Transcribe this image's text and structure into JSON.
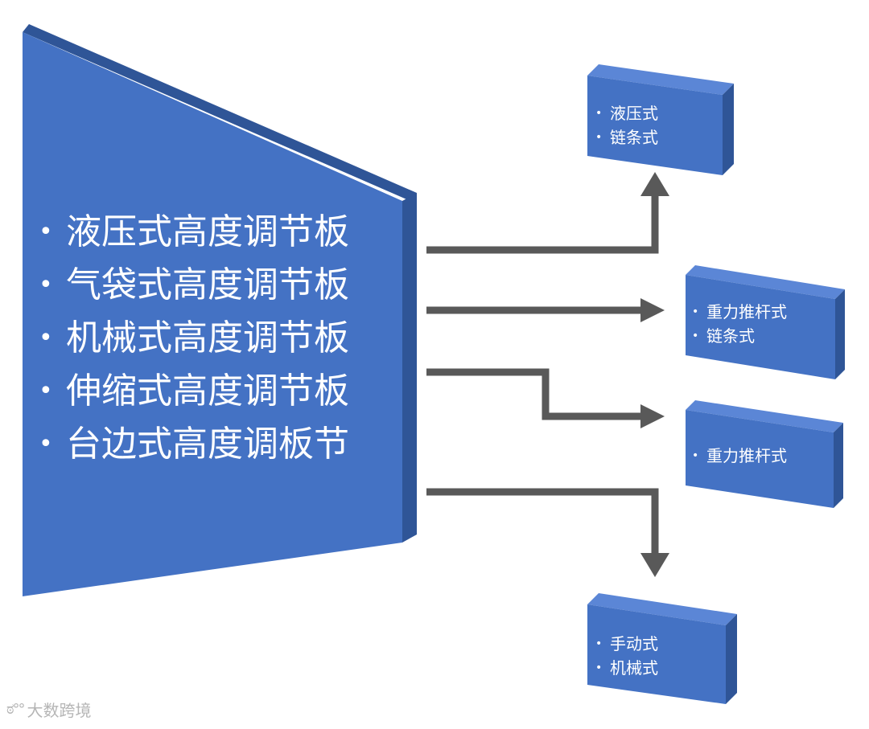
{
  "main_panel": {
    "items": [
      "液压式高度调节板",
      "气袋式高度调节板",
      "机械式高度调节板",
      "伸缩式高度调节板",
      "台边式高度调板节"
    ]
  },
  "boxes": [
    {
      "items": [
        "液压式",
        "链条式"
      ]
    },
    {
      "items": [
        "重力推杆式",
        "链条式"
      ]
    },
    {
      "items": [
        "重力推杆式"
      ]
    },
    {
      "items": [
        "手动式",
        "机械式"
      ]
    }
  ],
  "watermark": {
    "text": "大数跨境"
  },
  "colors": {
    "panel_fill": "#4472c4",
    "panel_edge": "#2f5597",
    "arrow": "#595959",
    "text": "#ffffff"
  }
}
